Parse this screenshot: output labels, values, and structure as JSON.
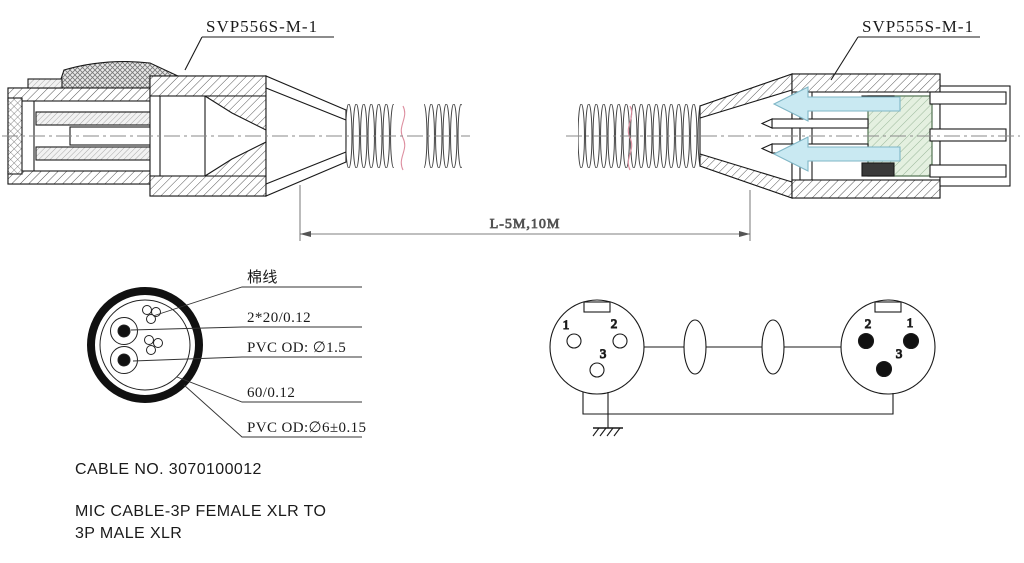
{
  "diagram": {
    "titles": {
      "left_connector": "SVP556S-M-1",
      "right_connector": "SVP555S-M-1"
    },
    "dimension": {
      "cable_length": "L-5M,10M"
    },
    "cross_section": {
      "callouts": [
        "棉线",
        "2*20/0.12",
        "PVC OD: ∅1.5",
        "60/0.12",
        "PVC OD:∅6±0.15"
      ]
    },
    "schematic": {
      "left_xlr_pins": [
        "1",
        "2",
        "3"
      ],
      "right_xlr_pins": [
        "2",
        "1",
        "3"
      ]
    },
    "footer": {
      "cable_no": "CABLE NO. 3070100012",
      "description_line1": "MIC CABLE-3P FEMALE XLR TO",
      "description_line2": "3P MALE XLR"
    },
    "colors": {
      "line": "#1a1a1a",
      "arrow_fill": "#c9e9f2",
      "arrow_stroke": "#7fb6c6",
      "insert_green": "#e4f0e0"
    }
  }
}
